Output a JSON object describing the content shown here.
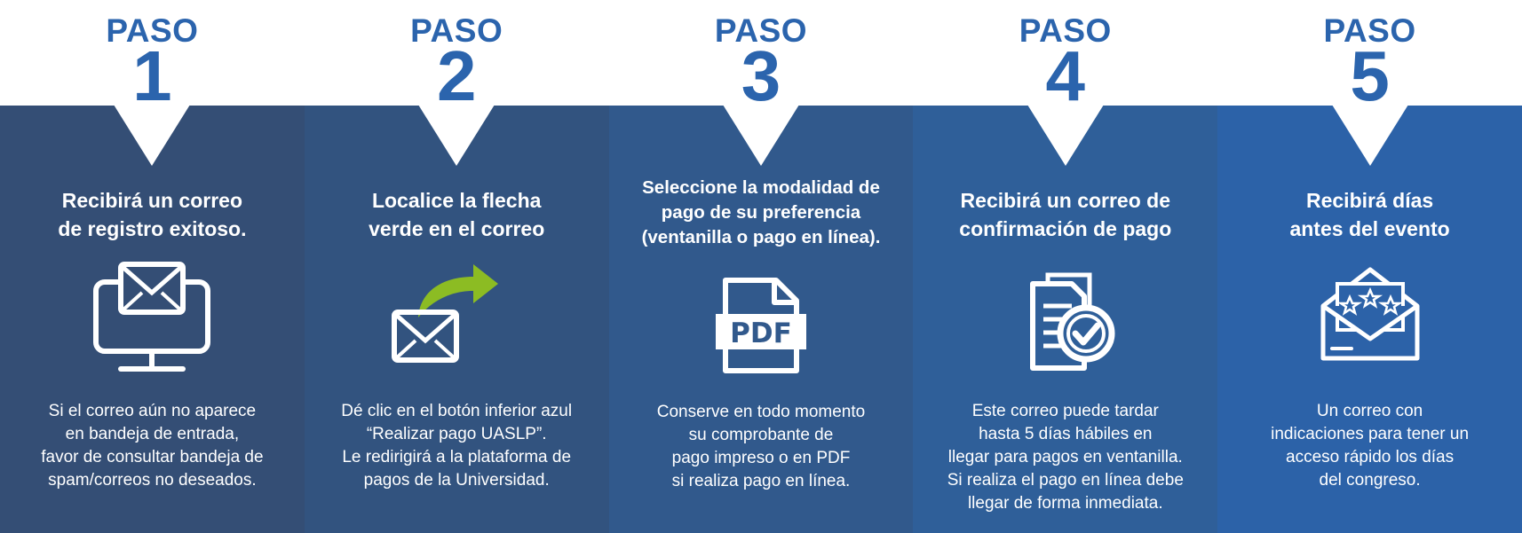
{
  "colors": {
    "accent": "#2b64ad",
    "arrow_green": "#8cbc23",
    "panels": [
      "#344e75",
      "#32537f",
      "#31598c",
      "#2f5f99",
      "#2c62a8"
    ]
  },
  "steps": [
    {
      "label": "PASO",
      "number": "1",
      "title": "Recibirá un correo\nde registro exitoso.",
      "icon": "monitor-envelope-icon",
      "description": "Si el correo aún no aparece\nen bandeja de entrada,\nfavor de consultar bandeja de\nspam/correos no deseados."
    },
    {
      "label": "PASO",
      "number": "2",
      "title": "Localice la flecha\nverde en el correo",
      "icon": "envelope-green-arrow-icon",
      "description": "Dé clic en el botón inferior azul\n“Realizar pago UASLP”.\nLe redirigirá a la plataforma de\npagos de la Universidad."
    },
    {
      "label": "PASO",
      "number": "3",
      "title": "Seleccione la modalidad de\npago de su preferencia\n(ventanilla o pago en línea).",
      "icon": "pdf-document-icon",
      "pdf_text": "PDF",
      "description": "Conserve en todo momento\nsu comprobante de\npago impreso o en PDF\nsi realiza pago en línea."
    },
    {
      "label": "PASO",
      "number": "4",
      "title": "Recibirá un correo de\nconfirmación de pago",
      "icon": "document-check-icon",
      "description": "Este correo puede tardar\nhasta 5 días hábiles en\nllegar para pagos en ventanilla.\nSi realiza el pago en línea debe\nllegar de forma inmediata."
    },
    {
      "label": "PASO",
      "number": "5",
      "title": "Recibirá días\nantes del evento",
      "icon": "envelope-stars-icon",
      "description": "Un correo con\nindicaciones para tener un\nacceso rápido los días\ndel congreso."
    }
  ]
}
